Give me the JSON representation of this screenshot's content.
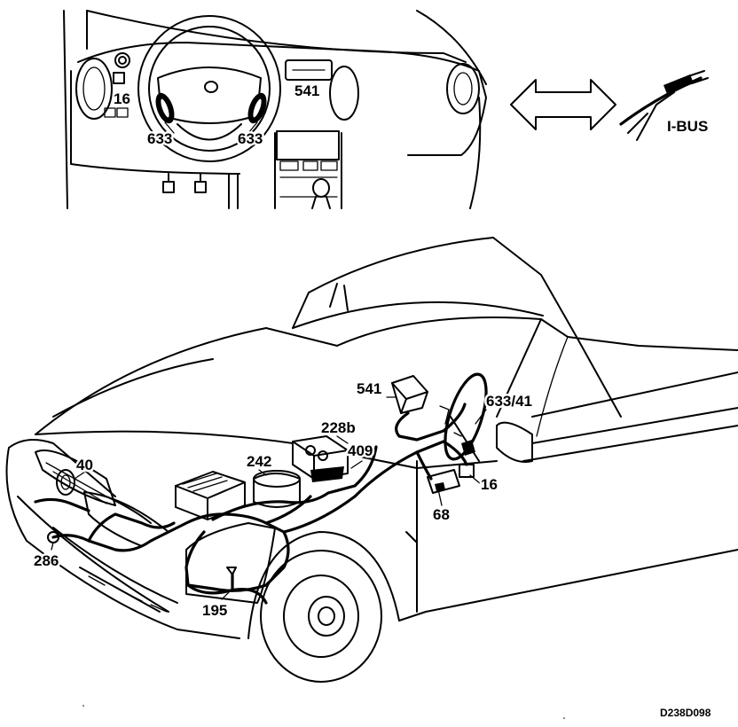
{
  "figure_code": "D238D098",
  "bus_label": "I-BUS",
  "dashboard_callouts": {
    "c16": "16",
    "c541": "541",
    "c633_left": "633",
    "c633_right": "633"
  },
  "car_callouts": {
    "c541": "541",
    "c633_41": "633/41",
    "c228b": "228b",
    "c409": "409",
    "c242": "242",
    "c40": "40",
    "c16": "16",
    "c68": "68",
    "c286": "286",
    "c195": "195"
  },
  "icons": [
    "double-arrow-icon",
    "bus-connector-icon"
  ]
}
